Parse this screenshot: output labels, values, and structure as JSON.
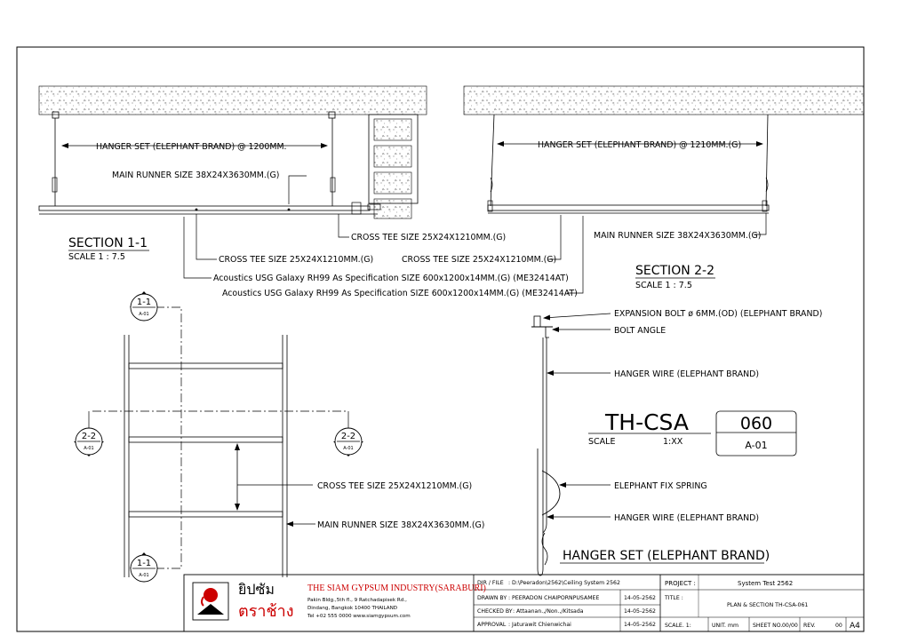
{
  "section1": {
    "title": "SECTION 1-1",
    "scale": "SCALE 1 : 7.5",
    "hanger_label": "HANGER SET (ELEPHANT BRAND) @ 1200MM.",
    "main_runner_label": "MAIN RUNNER SIZE 38X24X3630MM.(G)",
    "cross_tee_right": "CROSS TEE SIZE 25X24X1210MM.(G)",
    "cross_tee_left": "CROSS TEE SIZE 25X24X1210MM.(G)",
    "acoustics_label": "Acoustics USG Galaxy RH99 As Specification SIZE 600x1200x14MM.(G) (ME32414AT)"
  },
  "section2": {
    "title": "SECTION 2-2",
    "scale": "SCALE 1 : 7.5",
    "hanger_label": "HANGER SET (ELEPHANT BRAND) @ 1210MM.(G)",
    "main_runner_label": "MAIN RUNNER SIZE 38X24X3630MM.(G)",
    "cross_tee_label": "CROSS TEE SIZE 25X24X1210MM.(G)",
    "acoustics_label": "Acoustics USG Galaxy RH99 As Specification SIZE 600x1200x14MM.(G) (ME32414AT)"
  },
  "plan": {
    "cross_tee_label": "CROSS TEE SIZE 25X24X1210MM.(G)",
    "main_runner_label": "MAIN RUNNER SIZE 38X24X3630MM.(G)",
    "markers": {
      "m11_top": "1-1",
      "m11_sub": "A-01",
      "m22_top": "2-2",
      "m22_sub": "A-01"
    }
  },
  "hanger_detail": {
    "expansion_bolt": "EXPANSION BOLT ø 6MM.(OD) (ELEPHANT BRAND)",
    "bolt_angle": "BOLT ANGLE",
    "hanger_wire_1": "HANGER WIRE (ELEPHANT BRAND)",
    "fix_spring": "ELEPHANT FIX SPRING",
    "hanger_wire_2": "HANGER WIRE (ELEPHANT BRAND)",
    "title": "HANGER SET (ELEPHANT BRAND)"
  },
  "drawing_code": {
    "code": "TH-CSA",
    "scale_label": "SCALE",
    "scale_value": "1:XX",
    "number": "060",
    "sheet": "A-01"
  },
  "title_block": {
    "company_thai_1": "ยิปซัม",
    "company_thai_2": "ตราช้าง",
    "company_name": "THE SIAM GYPSUM INDUSTRY(SARABURI)",
    "address_1": "Pakin Bldg.,5th fl., 9 Ratchadapisek Rd.,",
    "address_2": "Dindang, Bangkok 10400 THAILAND",
    "address_3": "Tel +02 555 0000 www.siamgypsum.com",
    "dir_label": "DIR / FILE",
    "dir_value": ": D:\\Peeradon\\2562\\Ceiling System 2562",
    "drawn_label": "DRAWN BY",
    "drawn_value": ": PEERADON CHAIPORNPUSAMEE",
    "drawn_date": "14-05-2562",
    "checked_label": "CHECKED BY",
    "checked_value": ": Attaanan.,/Non.,/Kitsada",
    "checked_date": "14-05-2562",
    "approval_label": "APPROVAL",
    "approval_value": ": Jaturawit Chienwichai",
    "approval_date": "14-05-2562",
    "project_label": "PROJECT :",
    "project_value": "System Test 2562",
    "title_label": "TITLE :",
    "title_value": "PLAN & SECTION TH-CSA-061",
    "scale_label": "SCALE. 1:",
    "unit_label": "UNIT. mm",
    "sheet_label": "SHEET NO.",
    "sheet_value": "00/00",
    "rev_label": "REV.",
    "rev_value": "00",
    "paper_size": "A4"
  }
}
